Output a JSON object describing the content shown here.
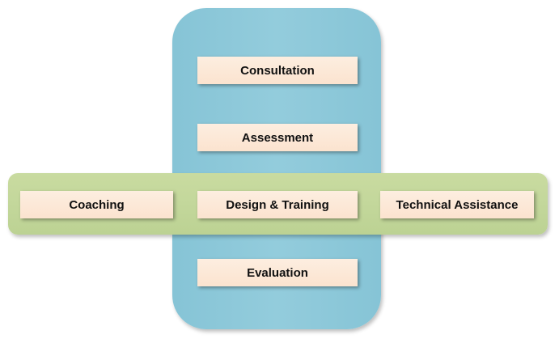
{
  "diagram": {
    "colors": {
      "vertical_band": "#8ecadb",
      "horizontal_band": "#c3d79b",
      "node_fill": "#fbe7d5",
      "text": "#111111"
    },
    "vertical_stack": {
      "items": [
        {
          "label": "Consultation"
        },
        {
          "label": "Assessment"
        },
        {
          "label": "Design & Training"
        },
        {
          "label": "Evaluation"
        }
      ]
    },
    "horizontal_row": {
      "items": [
        {
          "label": "Coaching"
        },
        {
          "label": "Design & Training"
        },
        {
          "label": "Technical Assistance"
        }
      ]
    }
  }
}
